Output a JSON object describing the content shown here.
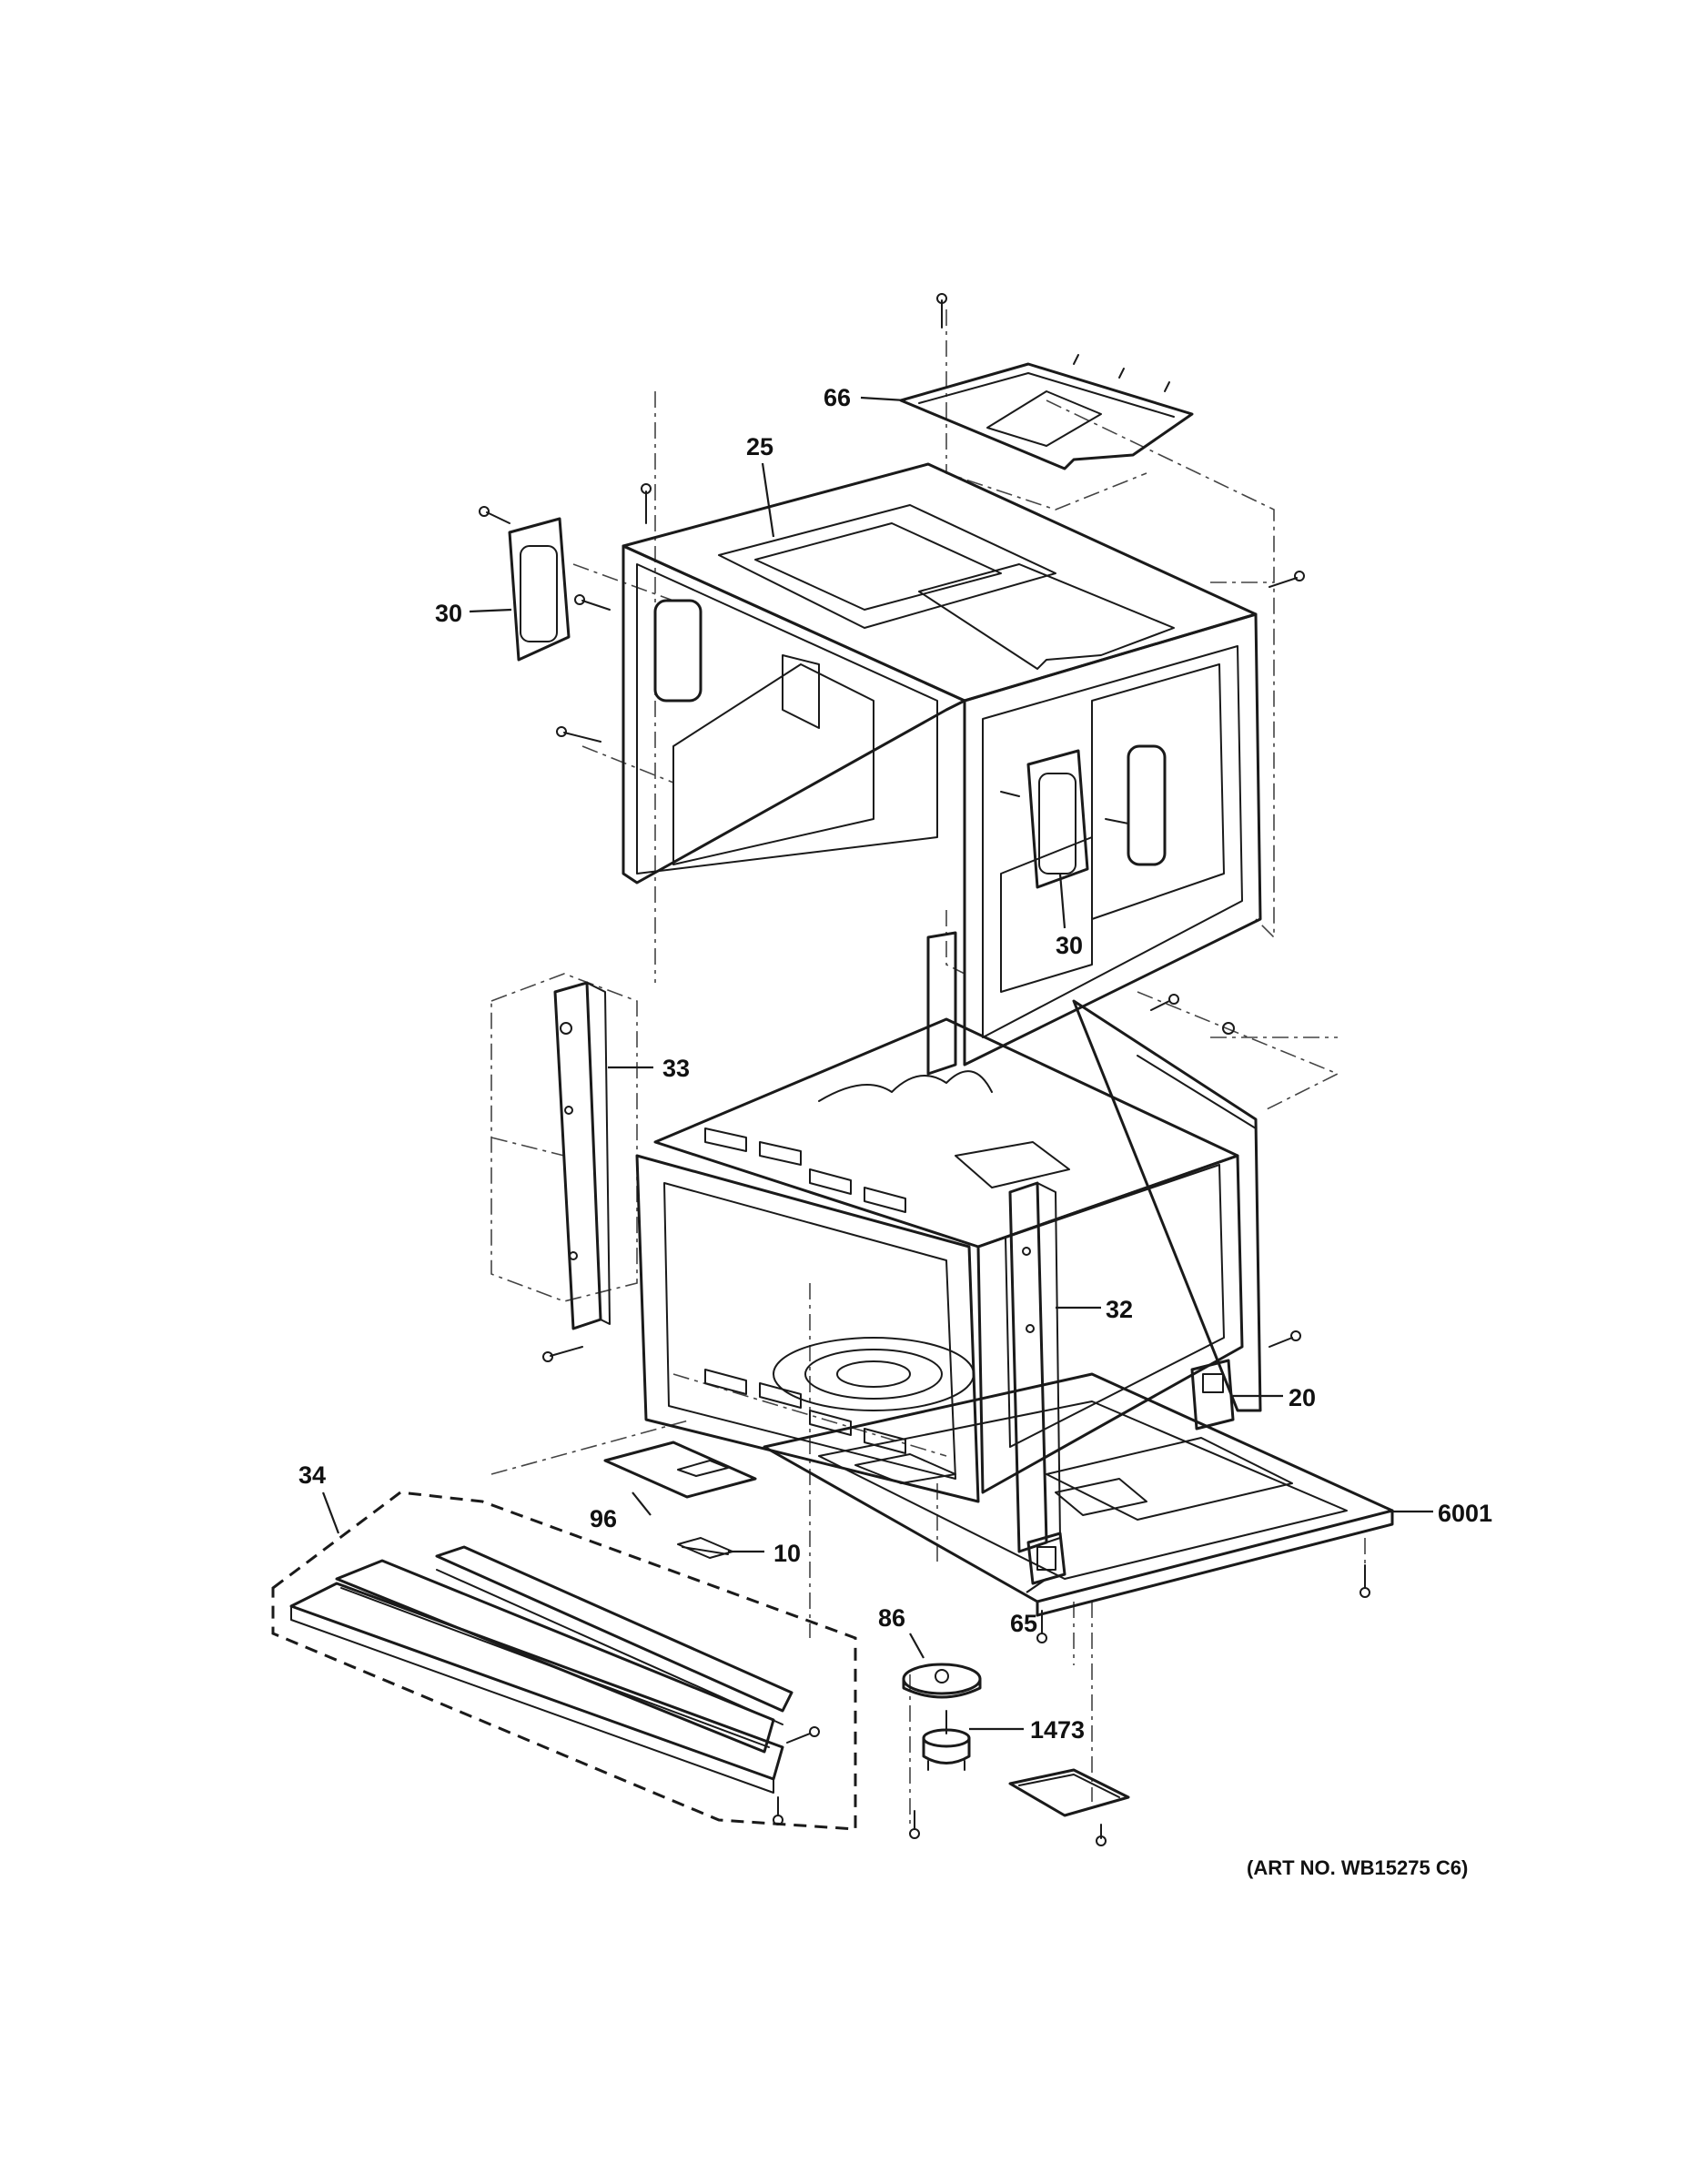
{
  "callouts": {
    "c66": "66",
    "c25": "25",
    "c30_left": "30",
    "c30_right": "30",
    "c33": "33",
    "c32": "32",
    "c20": "20",
    "c6001": "6001",
    "c34": "34",
    "c96": "96",
    "c10": "10",
    "c86": "86",
    "c65": "65",
    "c1473": "1473"
  },
  "art_number": "(ART NO. WB15275 C6)"
}
